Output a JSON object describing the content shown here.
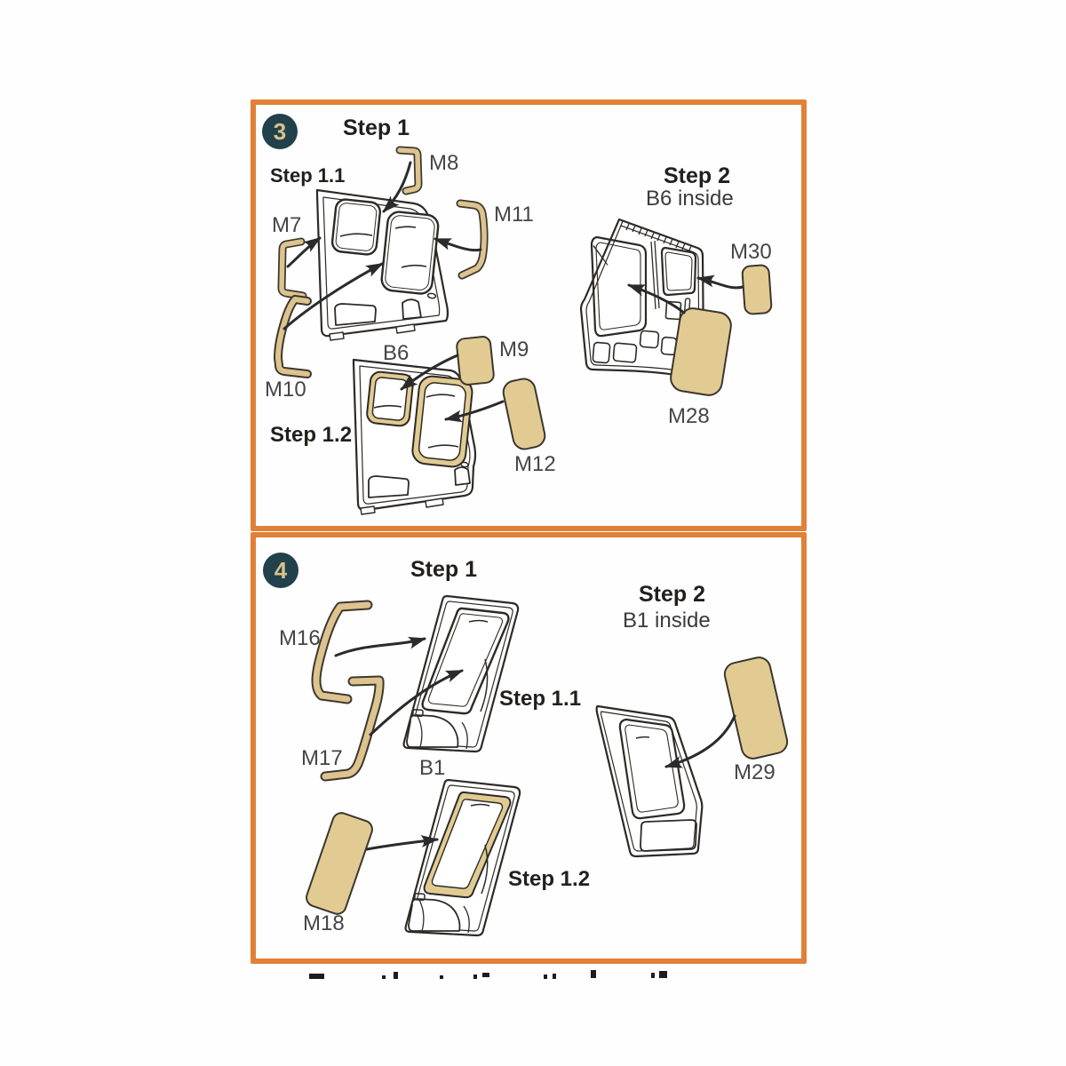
{
  "colors": {
    "panel_border": "#e08138",
    "mask_fill": "#e2cb92",
    "mask_outline": "#3c382e",
    "line_art": "#2d2a26",
    "badge_bg": "#21414c",
    "badge_text": "#d9c08a",
    "heading_text": "#221f1c",
    "label_text": "#454545"
  },
  "panel3": {
    "badge": "3",
    "step1_title": "Step 1",
    "step11_label": "Step 1.1",
    "step12_label": "Step 1.2",
    "step2_title": "Step 2",
    "step2_subtitle": "B6 inside",
    "door_label": "B6",
    "mask_labels": {
      "m7": "M7",
      "m8": "M8",
      "m9": "M9",
      "m10": "M10",
      "m11": "M11",
      "m12": "M12",
      "m28": "M28",
      "m30": "M30"
    }
  },
  "panel4": {
    "badge": "4",
    "step1_title": "Step 1",
    "step11_label": "Step 1.1",
    "step12_label": "Step 1.2",
    "step2_title": "Step 2",
    "step2_subtitle": "B1 inside",
    "door_label": "B1",
    "mask_labels": {
      "m16": "M16",
      "m17": "M17",
      "m18": "M18",
      "m29": "M29"
    }
  }
}
